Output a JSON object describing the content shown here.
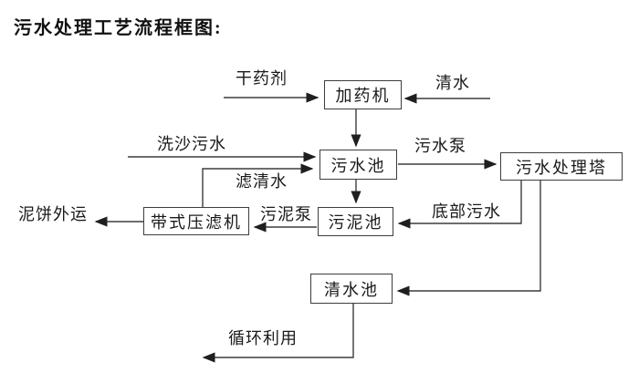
{
  "title": "污水处理工艺流程框图:",
  "diagram": {
    "nodes": {
      "dosing_machine": "加药机",
      "sewage_pool": "污水池",
      "treatment_tower": "污水处理塔",
      "sludge_pool": "污泥池",
      "belt_filter_press": "带式压滤机",
      "clear_water_pool": "清水池"
    },
    "edge_labels": {
      "dry_chemical": "干药剂",
      "clear_water": "清水",
      "sand_washing_sewage": "洗沙污水",
      "sewage_pump": "污水泵",
      "filtered_water": "滤清水",
      "sludge_pump": "污泥泵",
      "bottom_sewage": "底部污水",
      "mud_cake_out": "泥饼外运",
      "recycle": "循环利用"
    },
    "colors": {
      "line": "#3d3d3d",
      "text": "#1a1a1a",
      "background": "#ffffff"
    }
  }
}
